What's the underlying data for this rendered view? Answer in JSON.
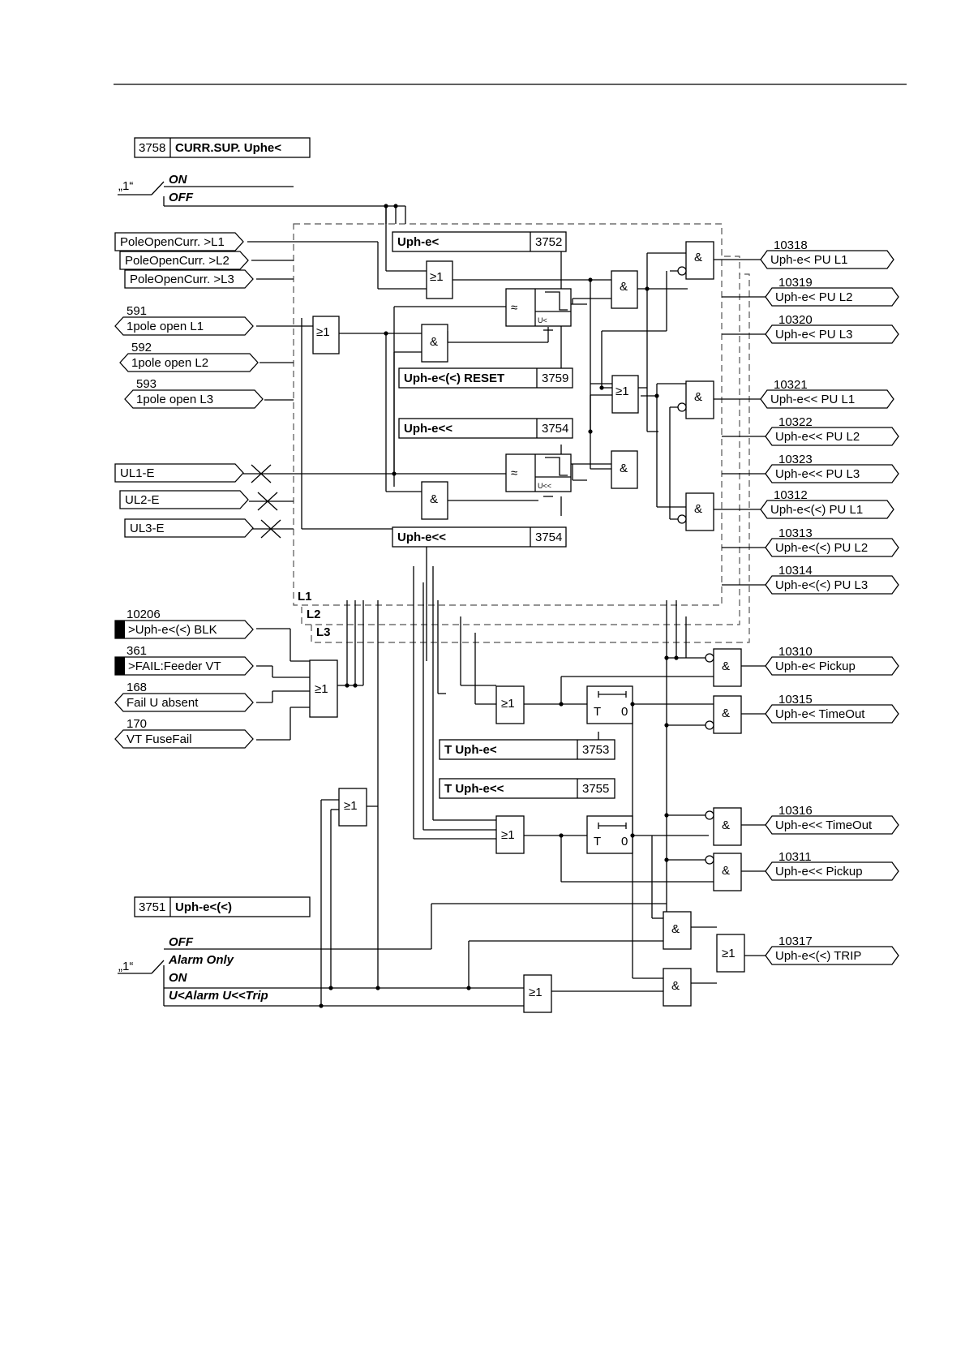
{
  "param_rows": [
    {
      "id": "p3758",
      "text": "CURR.SUP. Uphe<",
      "addr": "3758",
      "addr_left": true
    },
    {
      "id": "p3752",
      "text": "Uph-e<",
      "addr": "3752"
    },
    {
      "id": "p3759",
      "text": "Uph-e<(<) RESET",
      "addr": "3759"
    },
    {
      "id": "p3754a",
      "text": "Uph-e<<",
      "addr": "3754"
    },
    {
      "id": "p3754b",
      "text": "Uph-e<<",
      "addr": "3754"
    },
    {
      "id": "p3753",
      "text": "T Uph-e<",
      "addr": "3753"
    },
    {
      "id": "p3755",
      "text": "T Uph-e<<",
      "addr": "3755"
    },
    {
      "id": "p3751",
      "text": "Uph-e<(<)",
      "addr": "3751",
      "addr_left": true
    }
  ],
  "switch1": {
    "const": "„1“",
    "options": [
      "ON",
      "OFF"
    ]
  },
  "switch2": {
    "const": "„1“",
    "options": [
      "OFF",
      "Alarm Only",
      "ON",
      "U<Alarm U<<Trip"
    ]
  },
  "phase_labels": [
    "L1",
    "L2",
    "L3"
  ],
  "inputs": [
    {
      "id": "in-poc-l1",
      "label": "PoleOpenCurr. >L1",
      "no": ""
    },
    {
      "id": "in-poc-l2",
      "label": "PoleOpenCurr. >L2",
      "no": ""
    },
    {
      "id": "in-poc-l3",
      "label": "PoleOpenCurr. >L3",
      "no": ""
    },
    {
      "id": "in-591",
      "label": "1pole open L1",
      "no": "591"
    },
    {
      "id": "in-592",
      "label": "1pole open L2",
      "no": "592"
    },
    {
      "id": "in-593",
      "label": "1pole open L3",
      "no": "593"
    },
    {
      "id": "in-ul1",
      "label": "UL1-E",
      "no": ""
    },
    {
      "id": "in-ul2",
      "label": "UL2-E",
      "no": ""
    },
    {
      "id": "in-ul3",
      "label": "UL3-E",
      "no": ""
    },
    {
      "id": "in-10206",
      "label": ">Uph-e<(<) BLK",
      "no": "10206"
    },
    {
      "id": "in-361",
      "label": ">FAIL:Feeder VT",
      "no": "361"
    },
    {
      "id": "in-168",
      "label": "Fail U absent",
      "no": "168"
    },
    {
      "id": "in-170",
      "label": "VT FuseFail",
      "no": "170"
    }
  ],
  "outputs": [
    {
      "id": "out-10318",
      "label": "Uph-e< PU L1",
      "no": "10318"
    },
    {
      "id": "out-10319",
      "label": "Uph-e< PU L2",
      "no": "10319"
    },
    {
      "id": "out-10320",
      "label": "Uph-e< PU L3",
      "no": "10320"
    },
    {
      "id": "out-10321",
      "label": "Uph-e<< PU L1",
      "no": "10321"
    },
    {
      "id": "out-10322",
      "label": "Uph-e<< PU L2",
      "no": "10322"
    },
    {
      "id": "out-10323",
      "label": "Uph-e<< PU L3",
      "no": "10323"
    },
    {
      "id": "out-10312",
      "label": "Uph-e<(<) PU L1",
      "no": "10312"
    },
    {
      "id": "out-10313",
      "label": "Uph-e<(<) PU L2",
      "no": "10313"
    },
    {
      "id": "out-10314",
      "label": "Uph-e<(<) PU L3",
      "no": "10314"
    },
    {
      "id": "out-10310",
      "label": "Uph-e< Pickup",
      "no": "10310"
    },
    {
      "id": "out-10315",
      "label": "Uph-e< TimeOut",
      "no": "10315"
    },
    {
      "id": "out-10316",
      "label": "Uph-e<< TimeOut",
      "no": "10316"
    },
    {
      "id": "out-10311",
      "label": "Uph-e<< Pickup",
      "no": "10311"
    },
    {
      "id": "out-10317",
      "label": "Uph-e<(<) TRIP",
      "no": "10317"
    }
  ],
  "gate_symbols": {
    "or": "≥1",
    "and": "&"
  },
  "timer": {
    "t_label": "T",
    "zero_label": "0"
  },
  "comparators": [
    {
      "id": "cmp-lt",
      "sub": "U<"
    },
    {
      "id": "cmp-ltlt",
      "sub": "U<<"
    }
  ]
}
